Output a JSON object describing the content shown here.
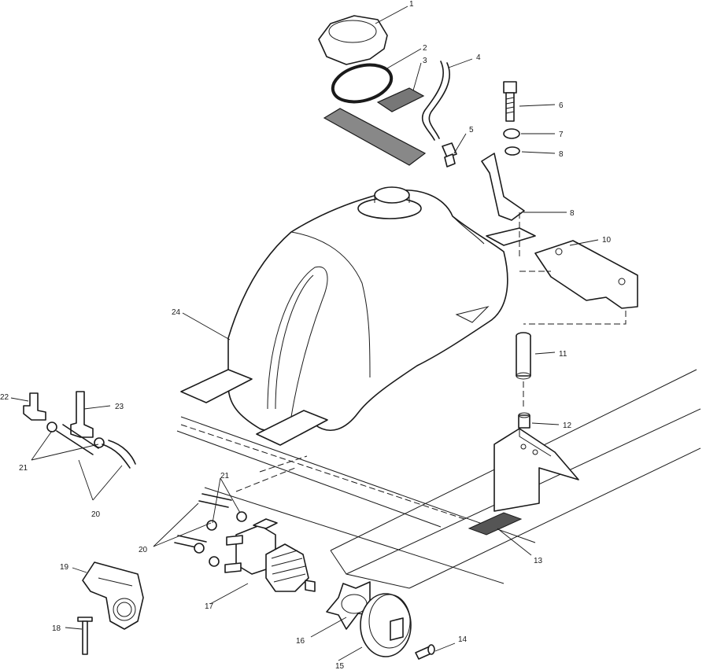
{
  "callouts": [
    {
      "id": "c1",
      "label": "1"
    },
    {
      "id": "c2",
      "label": "2"
    },
    {
      "id": "c3",
      "label": "3"
    },
    {
      "id": "c4",
      "label": "4"
    },
    {
      "id": "c5",
      "label": "5"
    },
    {
      "id": "c6",
      "label": "6"
    },
    {
      "id": "c7",
      "label": "7"
    },
    {
      "id": "c8a",
      "label": "8"
    },
    {
      "id": "c8b",
      "label": "8"
    },
    {
      "id": "c10",
      "label": "10"
    },
    {
      "id": "c11",
      "label": "11"
    },
    {
      "id": "c12",
      "label": "12"
    },
    {
      "id": "c13",
      "label": "13"
    },
    {
      "id": "c14",
      "label": "14"
    },
    {
      "id": "c15",
      "label": "15"
    },
    {
      "id": "c16",
      "label": "16"
    },
    {
      "id": "c17",
      "label": "17"
    },
    {
      "id": "c18",
      "label": "18"
    },
    {
      "id": "c19",
      "label": "19"
    },
    {
      "id": "c20a",
      "label": "20"
    },
    {
      "id": "c20b",
      "label": "20"
    },
    {
      "id": "c21a",
      "label": "21"
    },
    {
      "id": "c21b",
      "label": "21"
    },
    {
      "id": "c22",
      "label": "22"
    },
    {
      "id": "c23",
      "label": "23"
    },
    {
      "id": "c24",
      "label": "24"
    }
  ]
}
